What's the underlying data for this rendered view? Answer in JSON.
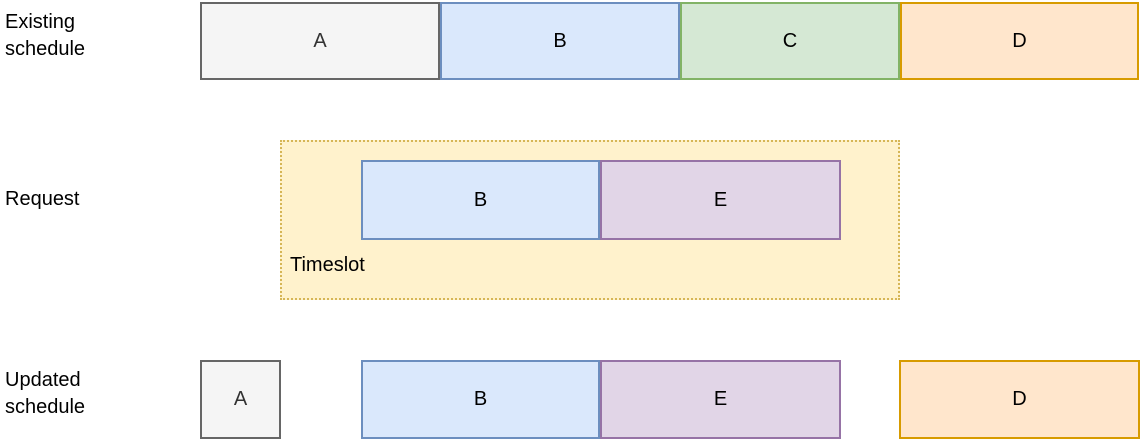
{
  "palette": {
    "gray_fill": "#f5f5f5",
    "gray_stroke": "#666666",
    "blue_fill": "#dae8fc",
    "blue_stroke": "#6c8ebf",
    "green_fill": "#d5e8d4",
    "green_stroke": "#82b366",
    "orange_fill": "#ffe6cc",
    "orange_stroke": "#d79b00",
    "yellow_fill": "#fff2cc",
    "yellow_stroke": "#d6b656",
    "purple_fill": "#e1d5e7",
    "purple_stroke": "#9673a6",
    "text_color": "#000000"
  },
  "labels": {
    "existing": {
      "line1": "Existing",
      "line2": "schedule"
    },
    "request": {
      "line1": "Request"
    },
    "updated": {
      "line1": "Updated",
      "line2": "schedule"
    }
  },
  "existing_schedule": {
    "blocks": [
      {
        "label": "A"
      },
      {
        "label": "B"
      },
      {
        "label": "C"
      },
      {
        "label": "D"
      }
    ]
  },
  "request": {
    "timeslot_label": "Timeslot",
    "blocks": [
      {
        "label": "B"
      },
      {
        "label": "E"
      }
    ]
  },
  "updated_schedule": {
    "blocks": [
      {
        "label": "A"
      },
      {
        "label": "B"
      },
      {
        "label": "E"
      },
      {
        "label": "D"
      }
    ]
  }
}
